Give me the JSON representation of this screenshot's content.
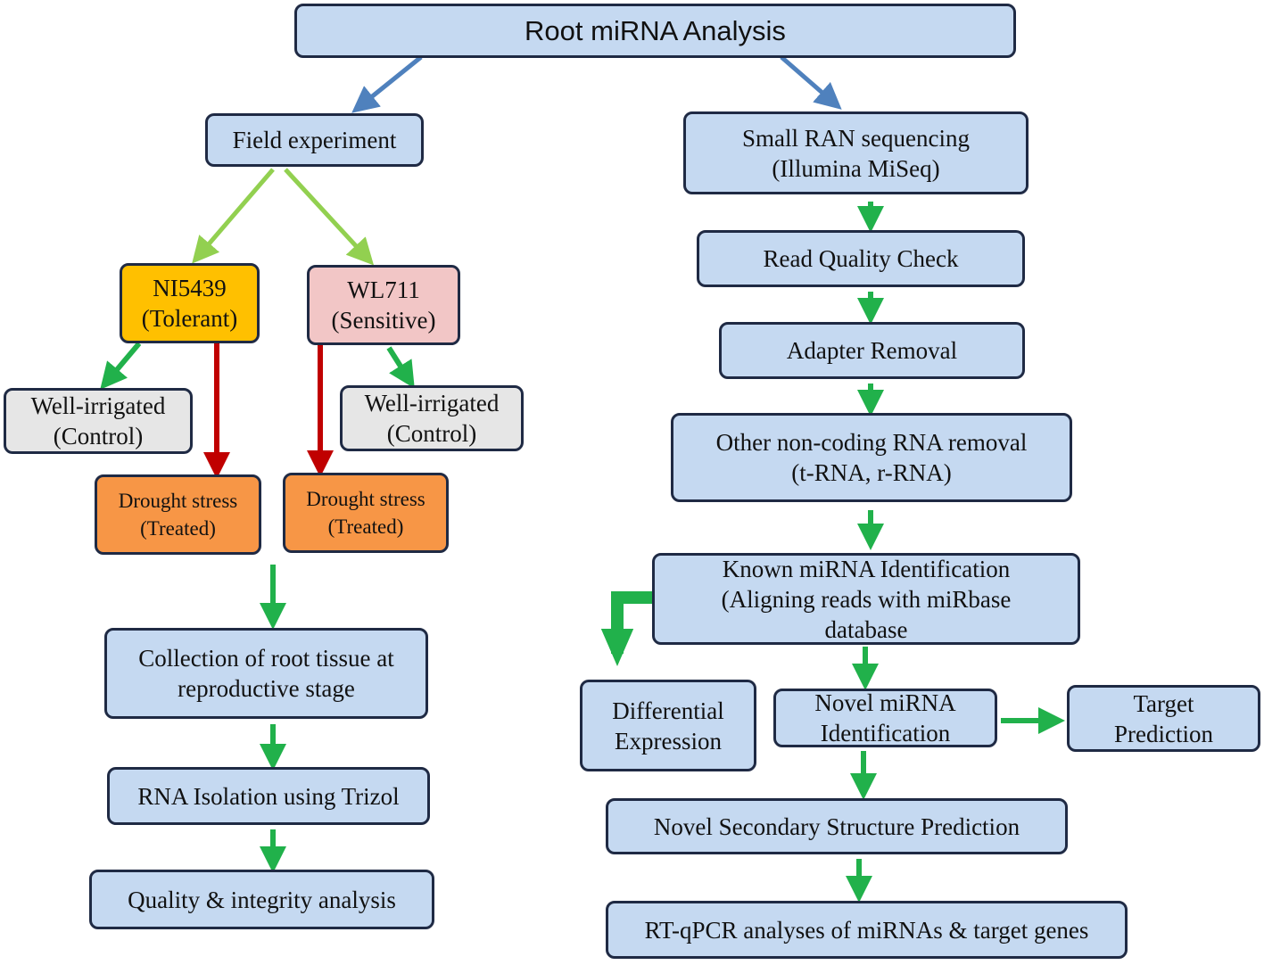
{
  "title": "Root miRNA Analysis",
  "left": {
    "field_experiment": "Field experiment",
    "tolerant": {
      "line1": "NI5439",
      "line2": "(Tolerant)"
    },
    "sensitive": {
      "line1": "WL711",
      "line2": "(Sensitive)"
    },
    "control_tolerant": {
      "line1": "Well-irrigated",
      "line2": "(Control)"
    },
    "control_sensitive": {
      "line1": "Well-irrigated",
      "line2": "(Control)"
    },
    "drought_tolerant": {
      "line1": "Drought stress",
      "line2": "(Treated)"
    },
    "drought_sensitive": {
      "line1": "Drought stress",
      "line2": "(Treated)"
    },
    "collection": {
      "line1": "Collection of root tissue at",
      "line2": "reproductive stage"
    },
    "rna_isolation": "RNA Isolation using Trizol",
    "quality": "Quality & integrity analysis"
  },
  "right": {
    "sequencing": {
      "line1": "Small RAN sequencing",
      "line2": "(Illumina MiSeq)"
    },
    "read_quality": "Read Quality Check",
    "adapter": "Adapter Removal",
    "noncoding": {
      "line1": "Other non-coding RNA removal",
      "line2": "(t-RNA, r-RNA)"
    },
    "known": {
      "line1": "Known miRNA Identification",
      "line2": "(Aligning reads with miRbase",
      "line3": "database"
    },
    "differential": {
      "line1": "Differential",
      "line2": "Expression"
    },
    "novel": {
      "line1": "Novel miRNA",
      "line2": "Identification"
    },
    "target": {
      "line1": "Target",
      "line2": "Prediction"
    },
    "secondary": "Novel Secondary Structure Prediction",
    "rtqpcr": "RT-qPCR analyses of miRNAs & target genes"
  },
  "colors": {
    "box_fill": "#c5d9f1",
    "tolerant_fill": "#ffc000",
    "sensitive_fill": "#f2c6c6",
    "control_fill": "#e6e6e6",
    "drought_fill": "#f79646",
    "arrow_blue": "#4f81bd",
    "arrow_lightgreen": "#92d050",
    "arrow_green": "#21b14b",
    "arrow_red": "#c00000"
  }
}
